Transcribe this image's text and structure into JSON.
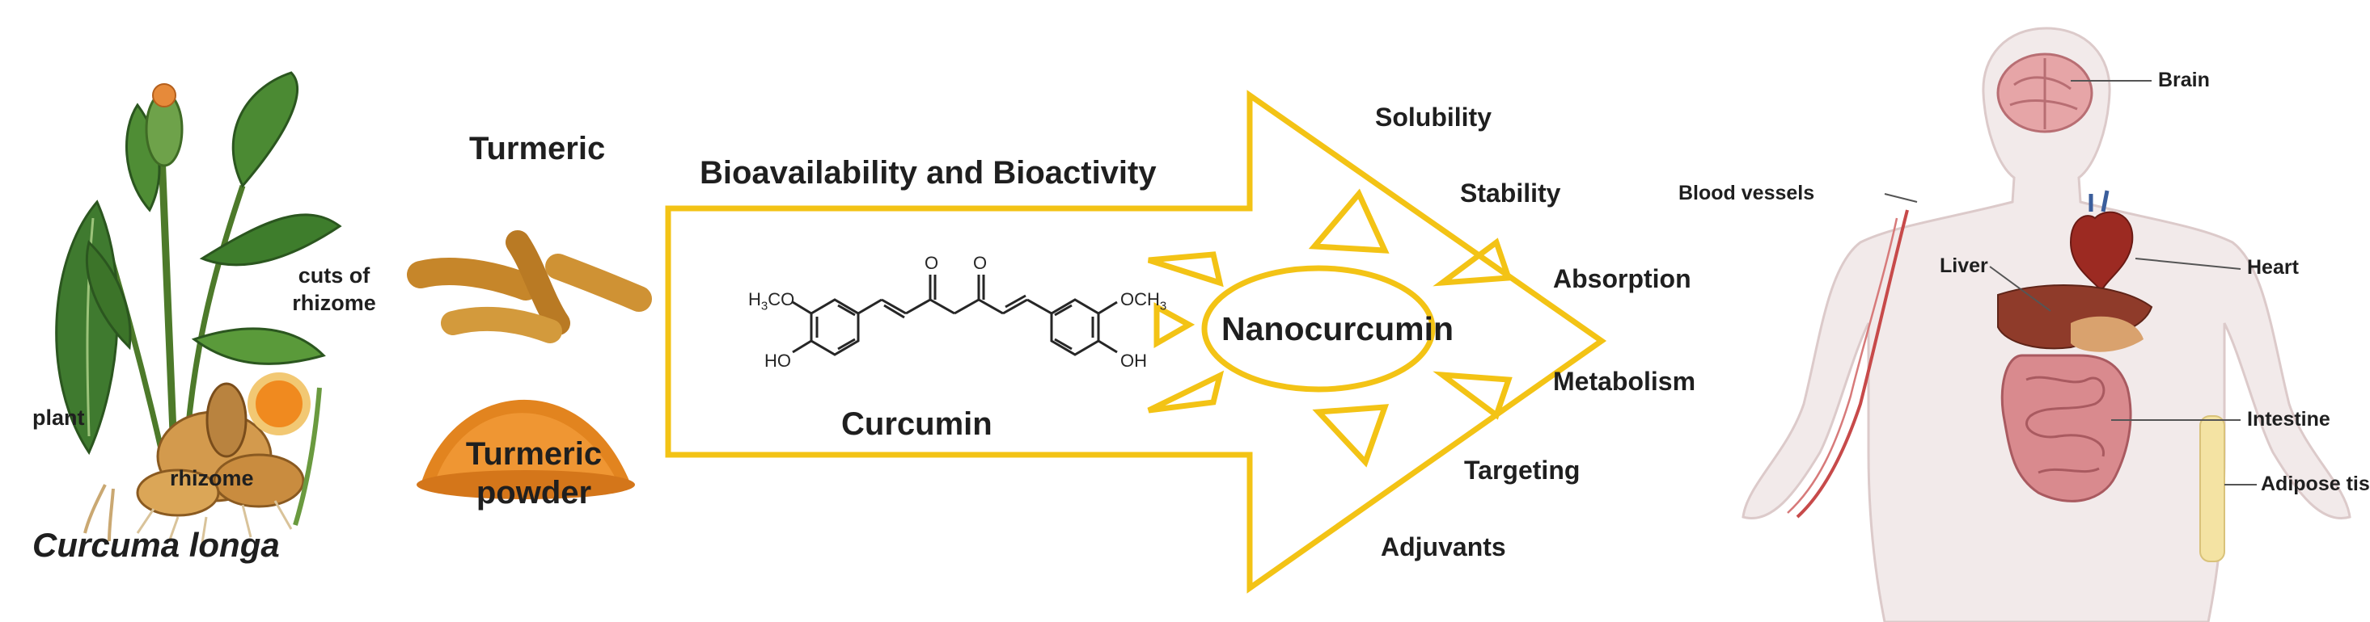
{
  "plant_panel": {
    "labels": {
      "cuts": "cuts of rhizome",
      "plant": "plant",
      "rhizome": "rhizome"
    },
    "species": "Curcuma longa"
  },
  "turmeric_panel": {
    "top": "Turmeric",
    "bottom_line1": "Turmeric",
    "bottom_line2": "powder"
  },
  "arrow": {
    "title": "Bioavailability and Bioactivity",
    "molecule_caption": "Curcumin",
    "center_label": "Nanocurcumin",
    "properties": [
      "Solubility",
      "Stability",
      "Absorption",
      "Metabolism",
      "Targeting",
      "Adjuvants"
    ],
    "stroke_color": "#f3c315"
  },
  "molecule": {
    "ome_left": "H3CO",
    "ome_right": "OCH3",
    "oh_left": "HO",
    "oh_right": "OH",
    "o1": "O",
    "o2": "O"
  },
  "body_panel": {
    "organs": [
      "Brain",
      "Blood vessels",
      "Heart",
      "Liver",
      "Intestine",
      "Adipose tissue"
    ]
  }
}
